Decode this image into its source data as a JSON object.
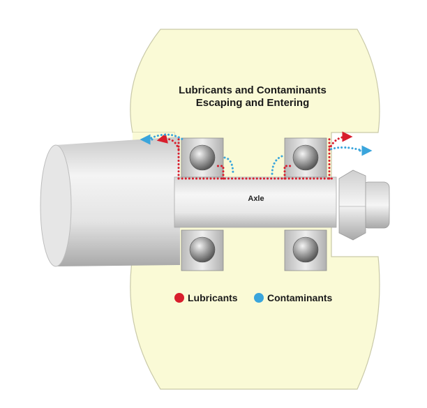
{
  "title": {
    "line1": "Lubricants and Contaminants",
    "line2": "Escaping and Entering"
  },
  "axle_label": "Axle",
  "legend": {
    "lubricants": {
      "label": "Lubricants",
      "color": "#d81e2c"
    },
    "contaminants": {
      "label": "Contaminants",
      "color": "#3aa5dc"
    }
  },
  "colors": {
    "wheel_fill": "#fafad6",
    "wheel_stroke": "#c9c9a8",
    "metal_light": "#f2f2f2",
    "metal_dark": "#9a9a9a"
  }
}
